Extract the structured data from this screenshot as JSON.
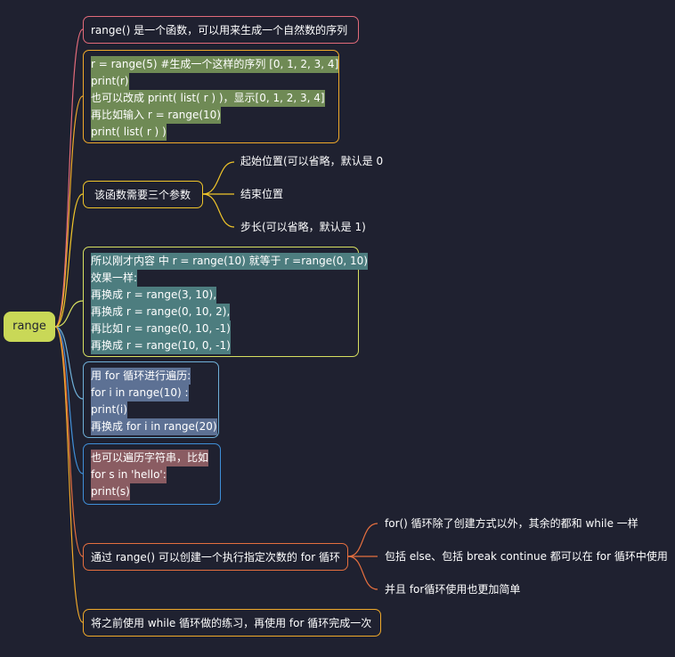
{
  "root": {
    "label": "range"
  },
  "nodes": {
    "intro": {
      "text": "range() 是一个函数，可以用来生成一个自然数的序列",
      "color": "#e36b7a"
    },
    "example": {
      "color": "#f0a92a",
      "highlight": "#6f8a55",
      "lines": [
        "r = range(5)    #生成一个这样的序列 [0, 1, 2, 3, 4]",
        "print(r)",
        "也可以改成 print( list( r ) )，显示[0, 1, 2, 3, 4]",
        "再比如输入 r = range(10)",
        "print( list( r ) )"
      ]
    },
    "params": {
      "text": "该函数需要三个参数",
      "color": "#f0c52a",
      "children": [
        "起始位置(可以省略，默认是 0",
        "结束位置",
        "步长(可以省略，默认是 1)"
      ]
    },
    "equivalent": {
      "color": "#d8e060",
      "highlight": "#4d7d7f",
      "lines": [
        "所以刚才内容 中 r = range(10) 就等于 r =range(0, 10)",
        "效果一样:",
        "再换成 r = range(3, 10),",
        "再换成 r = range(0, 10, 2),",
        "再比如 r = range(0, 10, -1)",
        "再换成 r = range(10, 0, -1)"
      ]
    },
    "forloop": {
      "color": "#6fb0d8",
      "highlight": "#5d7194",
      "lines": [
        "用 for 循环进行遍历:",
        "for i in range(10) :",
        "print(i)",
        "再换成 for i in range(20)"
      ]
    },
    "strings": {
      "color": "#3f8fd8",
      "highlight": "#8a5c62",
      "lines": [
        "也可以遍历字符串，比如",
        "for s in 'hello':",
        "print(s)"
      ]
    },
    "loops": {
      "text": "通过 range() 可以创建一个执行指定次数的 for 循环",
      "color": "#e56f3f",
      "children": [
        "for() 循环除了创建方式以外，其余的都和 while 一样",
        "包括 else、包括 break continue 都可以在 for 循环中使用",
        "并且 for循环使用也更加简单"
      ]
    },
    "practice": {
      "text": "将之前使用 while 循环做的练习，再使用 for 循环完成一次",
      "color": "#f0a92a"
    }
  }
}
